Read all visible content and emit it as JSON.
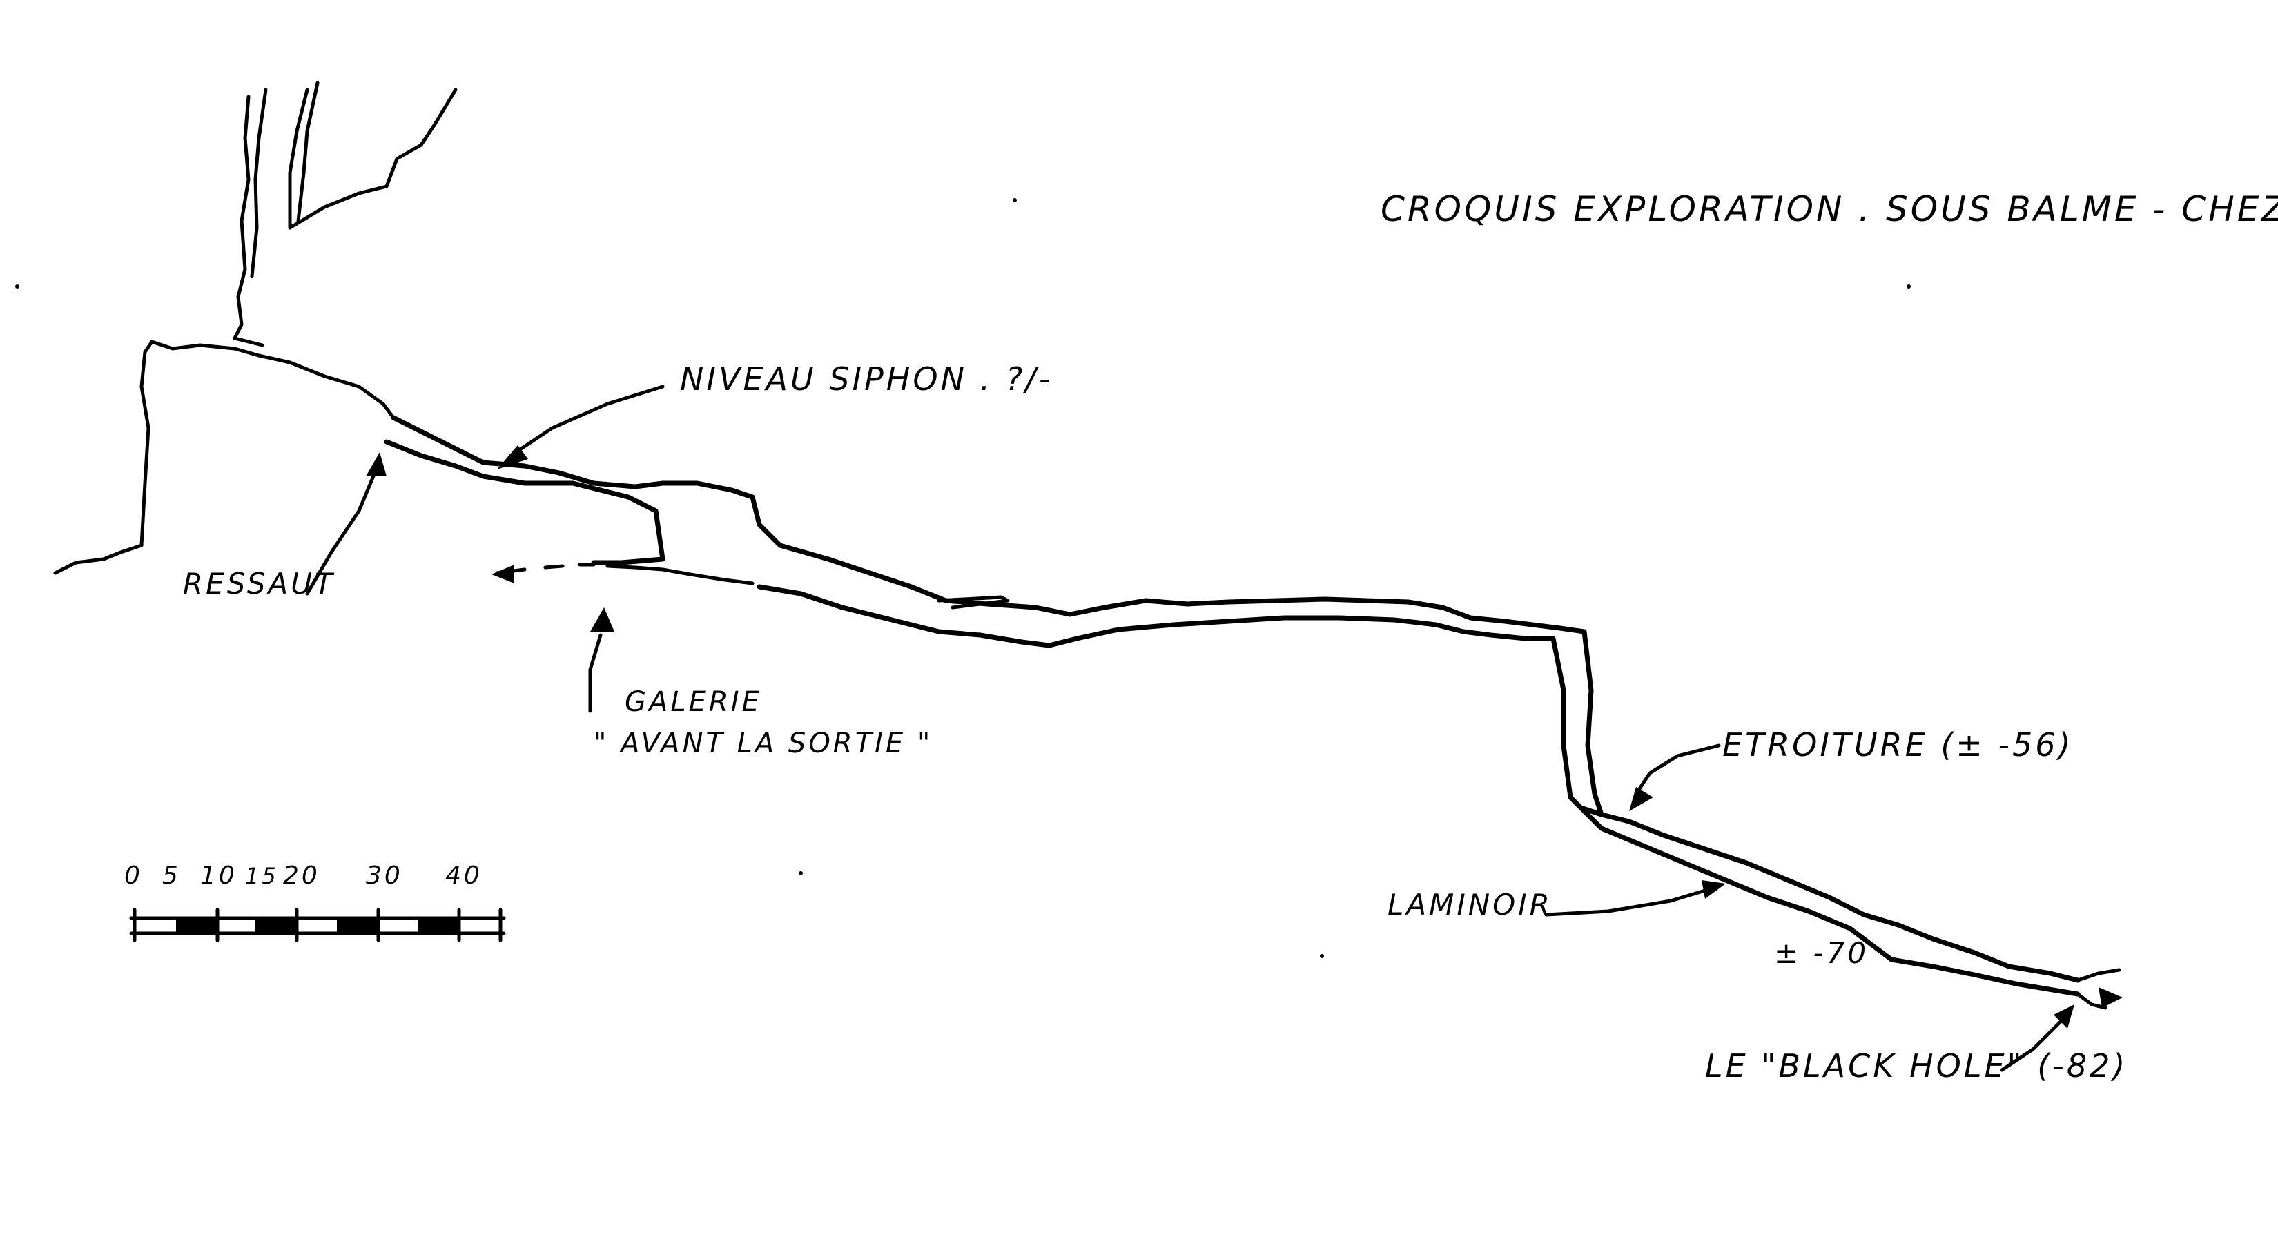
{
  "title": "CROQUIS EXPLORATION . SOUS BALME - CHEZERY -",
  "labels": {
    "niveau_siphon": "NIVEAU SIPHON . ?/-",
    "ressaut": "RESSAUT",
    "galerie_line1": "GALERIE",
    "galerie_line2": "\" AVANT LA SORTIE \"",
    "etroiture": "ETROITURE (± -56)",
    "laminoir": "LAMINOIR",
    "depth_70": "± -70",
    "black_hole": "LE \"BLACK HOLE\" (-82)"
  },
  "scale": {
    "ticks": [
      "0",
      "5",
      "10",
      "15",
      "20",
      "30",
      "40"
    ]
  },
  "colors": {
    "ink": "#000000",
    "paper": "#ffffff"
  }
}
